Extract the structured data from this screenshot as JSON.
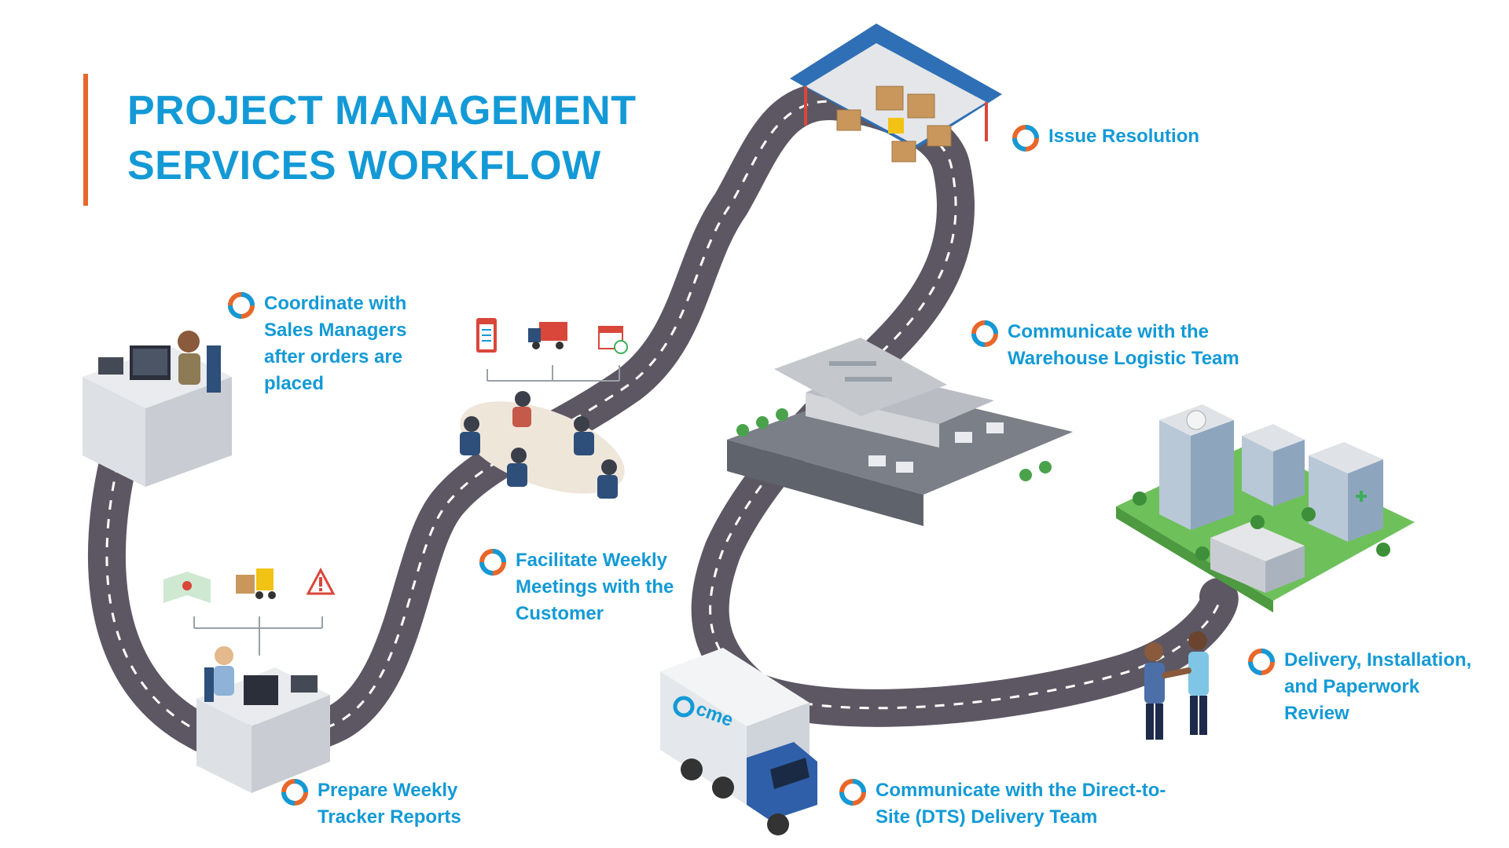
{
  "title": {
    "line1": "PROJECT MANAGEMENT",
    "line2": "SERVICES WORKFLOW"
  },
  "colors": {
    "title": "#139ad6",
    "accent_bar": "#e8672a",
    "road": "#5d5763",
    "road_dash": "#ffffff",
    "marker_orange": "#e8672a",
    "marker_blue": "#139ad6"
  },
  "steps": [
    {
      "id": "coordinate",
      "label": "Coordinate with\nSales Managers\nafter orders are\nplaced"
    },
    {
      "id": "prepare",
      "label": "Prepare Weekly\nTracker Reports"
    },
    {
      "id": "facilitate",
      "label": "Facilitate Weekly\nMeetings with the\nCustomer"
    },
    {
      "id": "issue",
      "label": "Issue Resolution"
    },
    {
      "id": "warehouse",
      "label": "Communicate with the\nWarehouse Logistic Team"
    },
    {
      "id": "dts",
      "label": "Communicate with the Direct-to-\nSite (DTS) Delivery Team"
    },
    {
      "id": "delivery",
      "label": "Delivery, Installation,\nand Paperwork\nReview"
    }
  ],
  "icons": {
    "marker": "lifebuoy-marker-icon",
    "office_desk": "office-desk-icon",
    "meeting_table": "meeting-table-icon",
    "clipboard": "clipboard-icon",
    "truck_small": "delivery-truck-icon",
    "calendar": "calendar-icon",
    "map": "map-icon",
    "forklift": "forklift-icon",
    "warning": "warning-icon",
    "storage_warehouse": "storage-warehouse-icon",
    "distribution_center": "distribution-center-icon",
    "hospital_campus": "hospital-campus-icon",
    "delivery_truck": "box-truck-icon",
    "handshake": "handshake-icon"
  },
  "truck_logo": "cme"
}
